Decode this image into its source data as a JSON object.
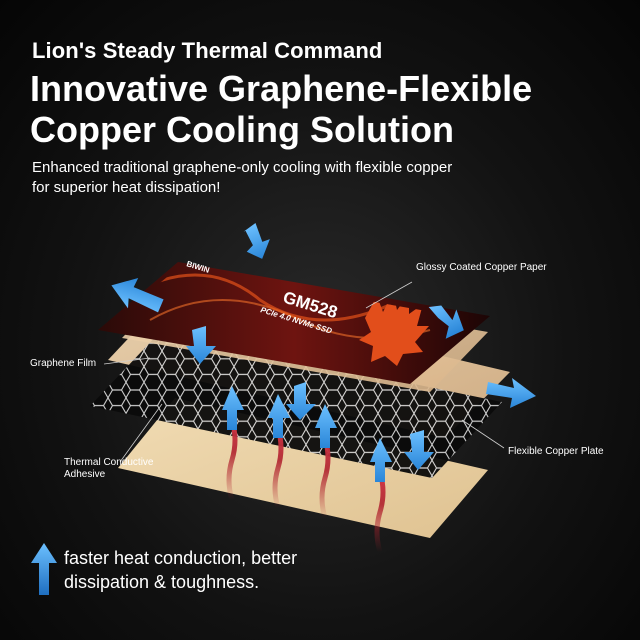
{
  "header": {
    "subtitle": "Lion's Steady Thermal Command",
    "title": "Innovative Graphene-Flexible Copper Cooling Solution",
    "tagline": "Enhanced traditional graphene-only cooling with flexible copper for superior heat dissipation!"
  },
  "ssd_label": {
    "model": "GM528",
    "interface": "PCIe 4.0 NVMe SSD",
    "brand": "BIWIN"
  },
  "callouts": {
    "glossy": "Glossy Coated Copper Paper",
    "graphene": "Graphene Film",
    "adhesive": "Thermal Conductive Adhesive",
    "copper": "Flexible Copper Plate"
  },
  "legend": {
    "icon": "arrow-up-icon",
    "text": "faster heat conduction, better dissipation & toughness."
  },
  "colors": {
    "arrow_blue": "#3a9be6",
    "copper": "#e8c9a0",
    "adhesive": "#ead2a6",
    "heat_red": "#b0222e",
    "label_red": "#c0241c"
  }
}
